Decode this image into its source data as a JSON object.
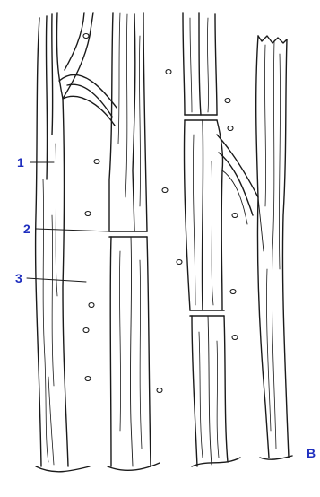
{
  "labels": {
    "one": "1",
    "two": "2",
    "three": "3",
    "panel": "B"
  },
  "colors": {
    "label": "#1f2fbf",
    "ink": "#1a1a1a",
    "background": "#ffffff"
  }
}
